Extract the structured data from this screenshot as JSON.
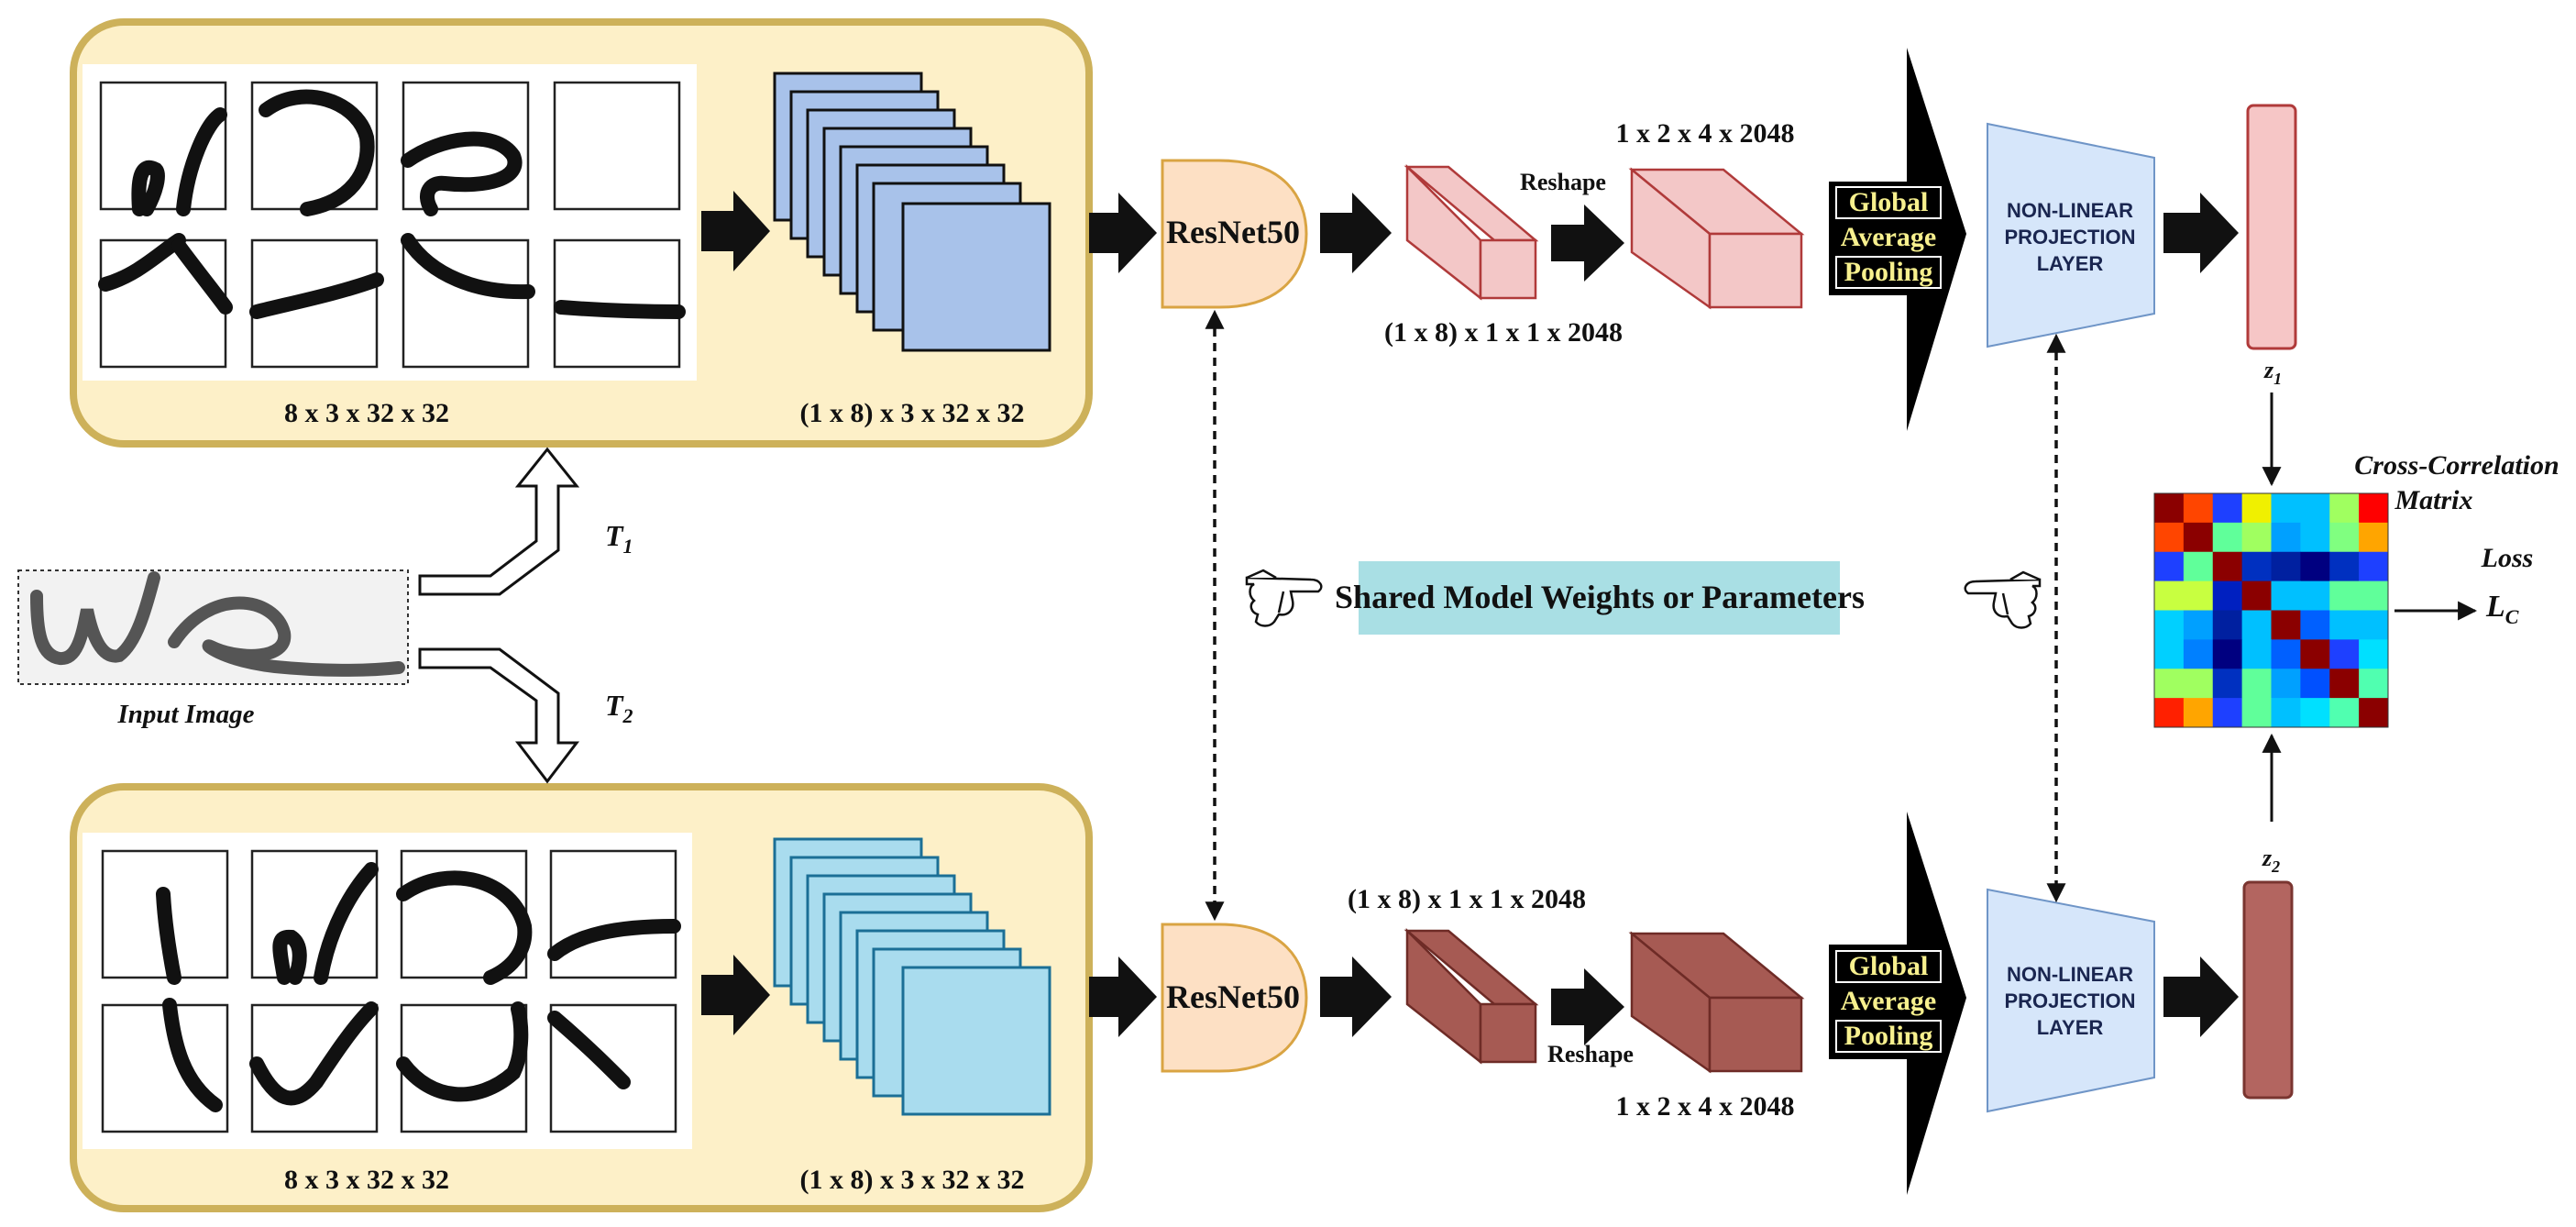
{
  "input_image": {
    "caption": "Input Image"
  },
  "transforms": {
    "t1": "T",
    "t1_sub": "1",
    "t2": "T",
    "t2_sub": "2"
  },
  "top_branch": {
    "patch_shape": "8 x 3 x 32 x 32",
    "stack_shape": "(1 x 8) x 3 x 32 x 32",
    "backbone": "ResNet50",
    "feature_shape": "(1 x 8) x 1 x 1 x 2048",
    "reshape": "Reshape",
    "reshaped_shape": "1 x 2 x 4 x 2048",
    "gap": [
      "Global",
      "Average",
      "Pooling"
    ],
    "projection": [
      "NON-LINEAR",
      "PROJECTION",
      "LAYER"
    ],
    "embedding": "z",
    "embedding_sub": "1"
  },
  "bottom_branch": {
    "patch_shape": "8 x 3 x 32 x 32",
    "stack_shape": "(1 x 8) x 3 x 32 x 32",
    "backbone": "ResNet50",
    "feature_shape": "(1 x 8) x 1 x 1 x 2048",
    "reshape": "Reshape",
    "reshaped_shape": "1 x 2 x 4 x 2048",
    "gap": [
      "Global",
      "Average",
      "Pooling"
    ],
    "projection": [
      "NON-LINEAR",
      "PROJECTION",
      "LAYER"
    ],
    "embedding": "z",
    "embedding_sub": "2"
  },
  "shared": {
    "label": "Shared Model Weights or Parameters"
  },
  "loss": {
    "matrix_title_1": "Cross-Correlation",
    "matrix_title_2": "Matrix",
    "loss_label": "Loss",
    "loss_symbol": "L",
    "loss_sub": "C"
  },
  "matrix_colors": [
    [
      "#8b0000",
      "#ff4500",
      "#1e40ff",
      "#f0f000",
      "#00c0ff",
      "#00c0ff",
      "#a0ff60",
      "#ff0000"
    ],
    [
      "#ff4500",
      "#8b0000",
      "#60ff9a",
      "#a0ff60",
      "#00a0ff",
      "#00c0ff",
      "#80ff80",
      "#ffa500"
    ],
    [
      "#1e40ff",
      "#60ff9a",
      "#8b0000",
      "#0030c0",
      "#0020a0",
      "#000080",
      "#0030c0",
      "#1e40ff"
    ],
    [
      "#c8ff40",
      "#c8ff40",
      "#0020c0",
      "#8b0000",
      "#00c0ff",
      "#00c0ff",
      "#60ff9a",
      "#60ff9a"
    ],
    [
      "#00d0ff",
      "#00a0ff",
      "#0020a0",
      "#00c0ff",
      "#8b0000",
      "#0060ff",
      "#00c0ff",
      "#00c0ff"
    ],
    [
      "#00d0ff",
      "#0080ff",
      "#000080",
      "#00c0ff",
      "#0060ff",
      "#8b0000",
      "#1e40ff",
      "#00e0ff"
    ],
    [
      "#a0ff60",
      "#a0ff60",
      "#0030c0",
      "#60ff9a",
      "#00a0ff",
      "#0050ff",
      "#8b0000",
      "#50ffb0"
    ],
    [
      "#ff2000",
      "#ffa500",
      "#1e40ff",
      "#60ff9a",
      "#00c0ff",
      "#00e0ff",
      "#50ffb0",
      "#8b0000"
    ]
  ],
  "colors": {
    "panel_fill": "#fdf0c8",
    "panel_stroke": "#cdb15a",
    "stack_top_fill": "#a8c2ea",
    "stack_bottom_fill": "#a9dcee",
    "resnet_fill": "#fde0c4",
    "resnet_stroke": "#d9a443",
    "top_feature_fill": "#f3c7c7",
    "bottom_feature_fill": "#a65a53",
    "projection_fill": "#d6e6fa",
    "shared_fill": "#a9dfe4"
  }
}
